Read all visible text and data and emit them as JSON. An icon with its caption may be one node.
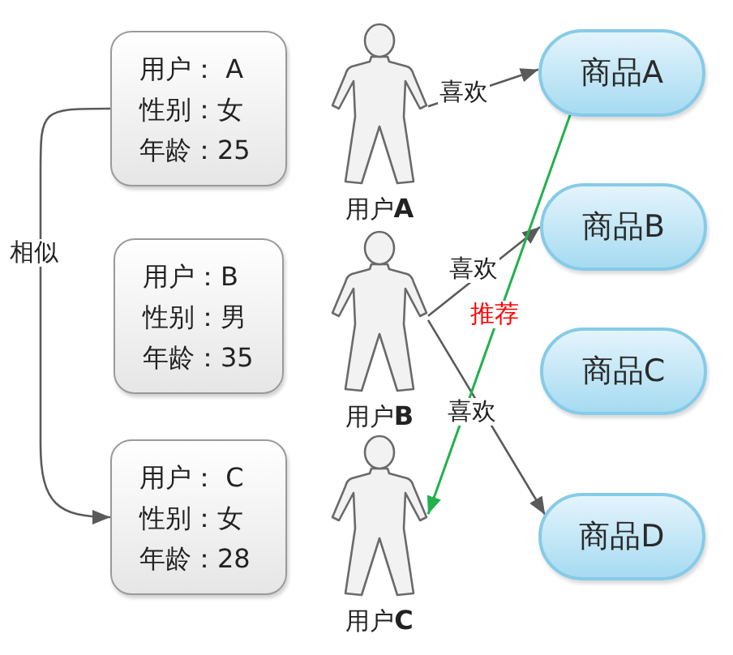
{
  "diagram": {
    "nodes": [
      {
        "text": [
          "用户： A",
          "性别：女",
          "年龄：25"
        ]
      },
      {
        "text": [
          "用户：B",
          "性别：男",
          "年龄：35"
        ]
      },
      {
        "text": [
          "用户： C",
          "性别：女",
          "年龄：28"
        ]
      },
      {
        "text": [
          "用户**A**"
        ]
      },
      {
        "text": [
          "用户**B**"
        ]
      },
      {
        "text": [
          "用户**C**"
        ]
      },
      {
        "text": [
          "商品A"
        ]
      },
      {
        "text": [
          "商品B"
        ]
      },
      {
        "text": [
          "商品C"
        ]
      },
      {
        "text": [
          "商品D"
        ]
      }
    ],
    "edges": [
      {
        "from": 0,
        "to": 2,
        "arrow": "to",
        "label": "相似"
      },
      {
        "from": 3,
        "to": 6,
        "arrow": "to",
        "label": "喜欢"
      },
      {
        "from": 4,
        "to": 7,
        "arrow": "to",
        "label": "喜欢"
      },
      {
        "from": 4,
        "to": 9,
        "arrow": "to",
        "label": "喜欢"
      },
      {
        "from": 6,
        "to": 5,
        "arrow": "to",
        "label": "推荐",
        "color": "#22b14c"
      }
    ]
  }
}
